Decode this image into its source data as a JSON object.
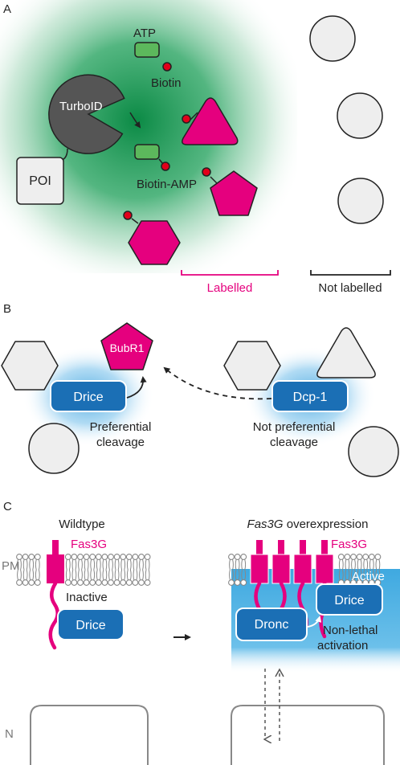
{
  "panelA": {
    "letter": "A",
    "atp": "ATP",
    "biotin": "Biotin",
    "turboid": "TurboID",
    "poi": "POI",
    "biotin_amp": "Biotin-AMP",
    "labelled": "Labelled",
    "not_labelled": "Not labelled"
  },
  "panelB": {
    "letter": "B",
    "bubr1": "BubR1",
    "drice": "Drice",
    "dcp1": "Dcp-1",
    "pref_line1": "Preferential",
    "pref_line2": "cleavage",
    "notpref_line1": "Not preferential",
    "notpref_line2": "cleavage"
  },
  "panelC": {
    "letter": "C",
    "wildtype": "Wildtype",
    "overexp_gene": "Fas3G",
    "overexp_rest": " overexpression",
    "fas3g_left": "Fas3G",
    "fas3g_right": "Fas3G",
    "pm": "PM",
    "inactive": "Inactive",
    "drice_left": "Drice",
    "active": "Active",
    "drice_right": "Drice",
    "dronc": "Dronc",
    "nonlethal_line1": "Non-lethal",
    "nonlethal_line2": "activation",
    "nucleus": "N"
  },
  "colors": {
    "magenta": "#e5007e",
    "green_glow": "#1f9a5a",
    "atp_green": "#5cb85c",
    "turboid_gray": "#555555",
    "shape_gray": "#eeeeee",
    "caspase_blue": "#1b6fb5",
    "blue_glow": "#3fa2dd",
    "active_region": "#3fa9e0",
    "biotin_red": "#e2001a"
  }
}
